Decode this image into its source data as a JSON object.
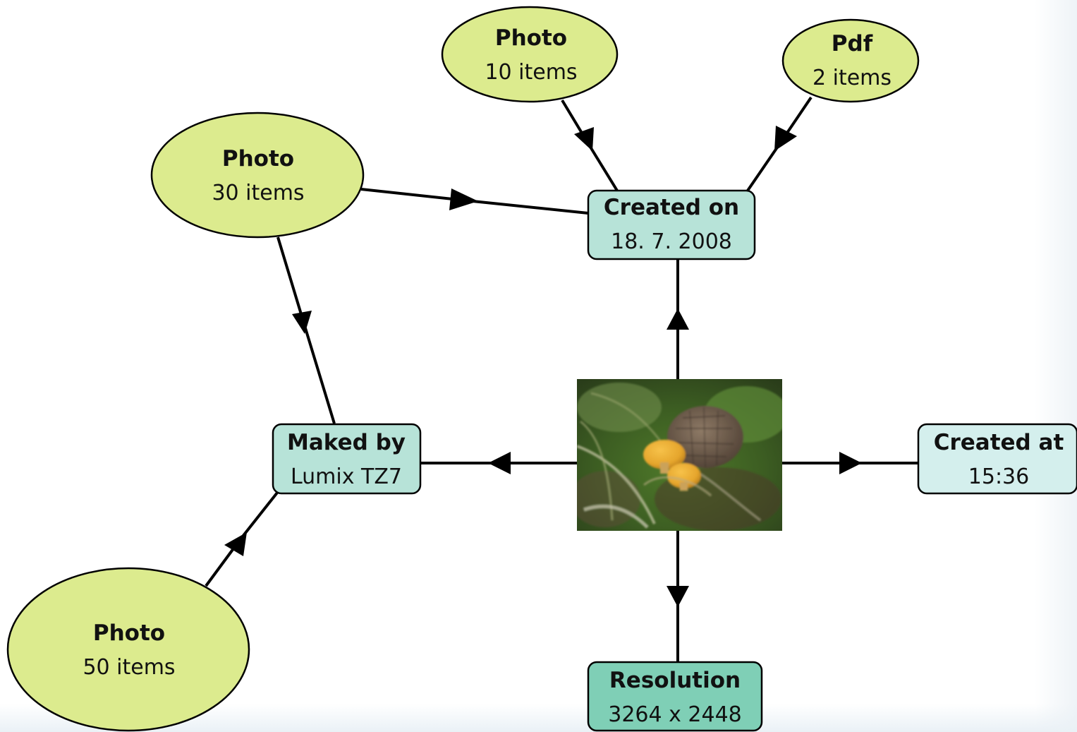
{
  "colors": {
    "ellipse_fill": "#dceb8e",
    "box_fill_medium": "#b7e3d8",
    "box_fill_light": "#d4efed",
    "box_fill_dark": "#7fcfb6",
    "stroke": "#000000"
  },
  "nodes": {
    "photo_10": {
      "title": "Photo",
      "sub": "10 items"
    },
    "pdf_2": {
      "title": "Pdf",
      "sub": "2 items"
    },
    "photo_30": {
      "title": "Photo",
      "sub": "30 items"
    },
    "photo_50": {
      "title": "Photo",
      "sub": "50 items"
    },
    "created_on": {
      "title": "Created on",
      "sub": "18. 7. 2008"
    },
    "maked_by": {
      "title": "Maked by",
      "sub": "Lumix TZ7"
    },
    "created_at": {
      "title": "Created at",
      "sub": "15:36"
    },
    "resolution": {
      "title": "Resolution",
      "sub": "3264 x 2448"
    }
  },
  "center_image": {
    "subject": "photo of orange mushrooms and a pine cone on mossy forest floor"
  }
}
